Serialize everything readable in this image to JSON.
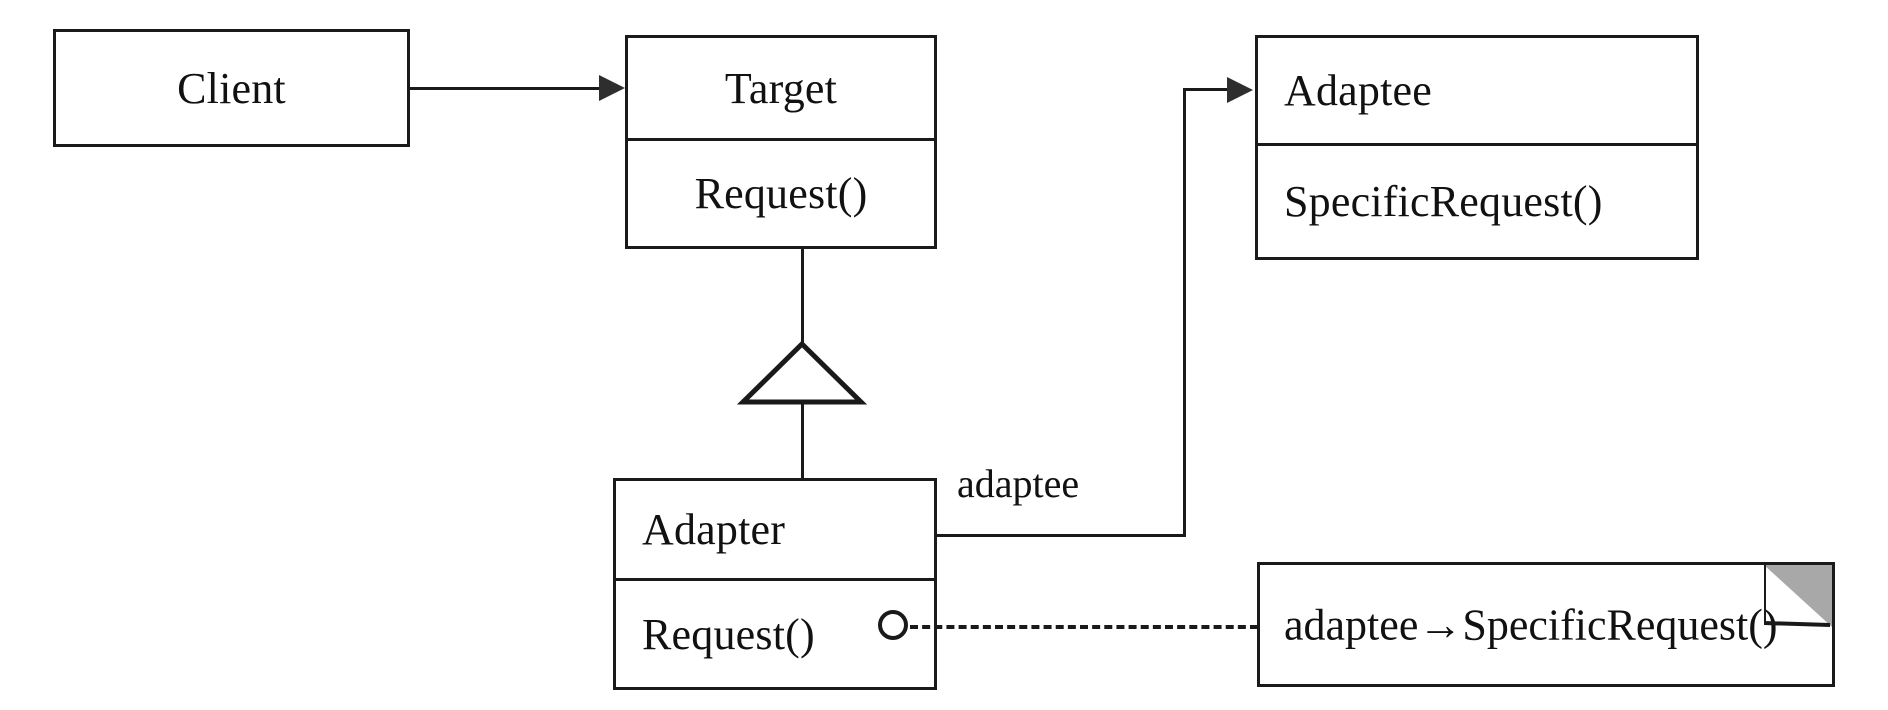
{
  "diagram": {
    "title": "Adapter pattern structure (UML class diagram)",
    "notation": "UML",
    "stroke_color": "#1a1a1a",
    "fill_color": "#ffffff",
    "fold_color": "#8f8f8f"
  },
  "classes": [
    {
      "id": "client",
      "name": "Client",
      "compartments": [
        "Client"
      ],
      "operations": [],
      "align": "center"
    },
    {
      "id": "target",
      "name": "Target",
      "compartments": [
        "Target",
        "Request()"
      ],
      "operations": [
        "Request()"
      ],
      "align": "center"
    },
    {
      "id": "adaptee",
      "name": "Adaptee",
      "compartments": [
        "Adaptee",
        "SpecificRequest()"
      ],
      "operations": [
        "SpecificRequest()"
      ],
      "align": "left"
    },
    {
      "id": "adapter",
      "name": "Adapter",
      "compartments": [
        "Adapter",
        "Request()"
      ],
      "operations": [
        "Request()"
      ],
      "align": "left"
    }
  ],
  "labels": {
    "client": "Client",
    "target": "Target",
    "target_request": "Request()",
    "adaptee": "Adaptee",
    "adaptee_specific_request": "SpecificRequest()",
    "adapter": "Adapter",
    "adapter_request": "Request()",
    "association_role": "adaptee"
  },
  "note": {
    "text": "adaptee→SpecificRequest()",
    "attached_to": "Adapter::Request()",
    "link_style": "dashed"
  },
  "relationships": [
    {
      "from": "Client",
      "to": "Target",
      "type": "association",
      "arrow": "open-solid-filled",
      "label": ""
    },
    {
      "from": "Adapter",
      "to": "Target",
      "type": "generalization",
      "arrow": "hollow-triangle",
      "label": ""
    },
    {
      "from": "Adapter",
      "to": "Adaptee",
      "type": "association",
      "arrow": "solid-filled",
      "label": "adaptee"
    },
    {
      "from": "Adapter::Request()",
      "to": "note",
      "type": "note-anchor",
      "arrow": "none",
      "label": ""
    }
  ]
}
